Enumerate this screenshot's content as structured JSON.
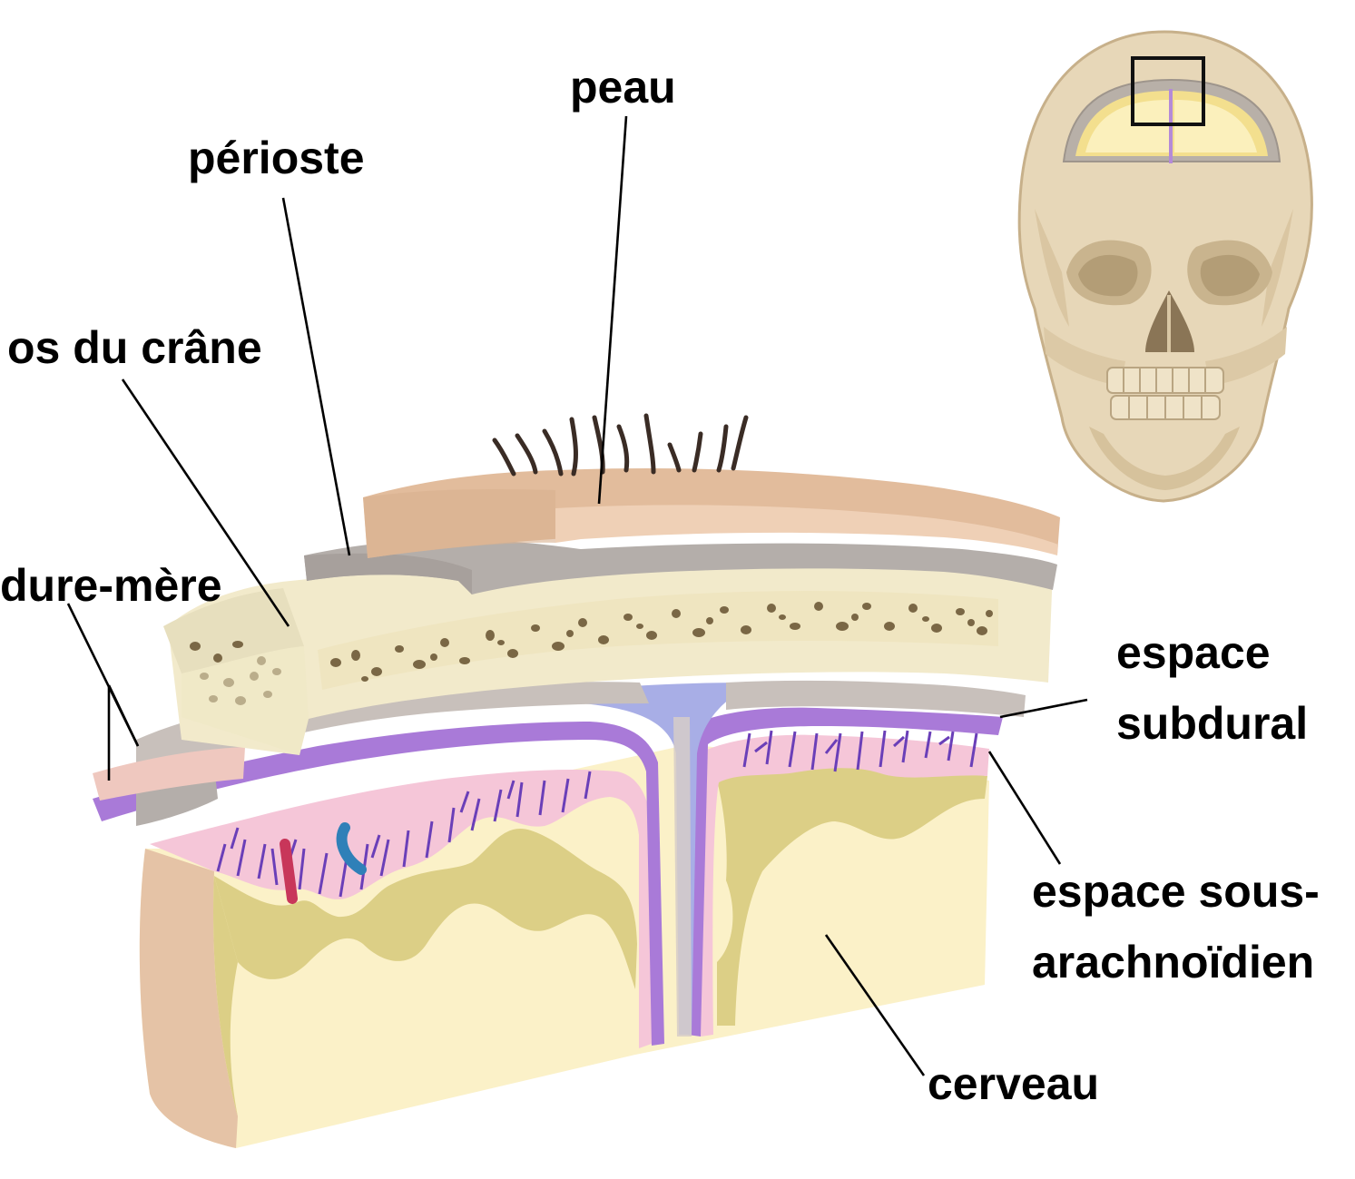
{
  "labels": {
    "peau": "peau",
    "perioste": "périoste",
    "os_du_crane": "os du crâne",
    "dure_mere": "dure-mère",
    "espace_subdural_line1": "espace",
    "espace_subdural_line2": "subdural",
    "espace_sous_arachnoidien_line1": "espace sous-",
    "espace_sous_arachnoidien_line2": "arachnoïdien",
    "cerveau": "cerveau"
  },
  "colors": {
    "skin": "#e2bc9c",
    "skin_light": "#efd0b6",
    "periosteum": "#b4aeaa",
    "bone": "#f2eacb",
    "bone_pore": "#7a6745",
    "dura": "#c8c0bb",
    "arachnoid": "#a97ad8",
    "subarachnoid": "#f5c6d8",
    "vessel_purple": "#6a3fb8",
    "sinus_blue": "#a8aee6",
    "gray_matter": "#dccf86",
    "white_matter": "#fbf1c8",
    "artery_red": "#c8365a",
    "vein_blue": "#2f80b8",
    "skull": "#e7d7b8",
    "skull_shadow": "#c7b08a"
  }
}
